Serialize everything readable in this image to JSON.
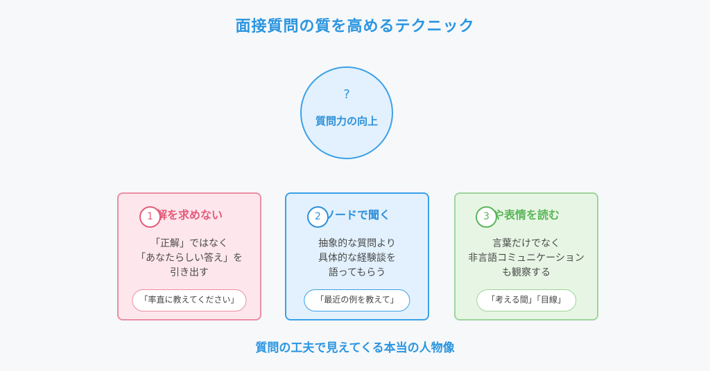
{
  "title": "面接質問の質を高めるテクニック",
  "center": {
    "icon": "?",
    "icon_name": "question-mark-icon",
    "label": "質問力の向上"
  },
  "cards": [
    {
      "number": "1",
      "heading": "解を求めない",
      "desc": [
        "「正解」ではなく",
        "「あなたらしい答え」を",
        "引き出す"
      ],
      "example": "「率直に教えてください」",
      "color": "#e45b7a"
    },
    {
      "number": "2",
      "heading": "ソードで聞く",
      "desc": [
        "抽象的な質問より",
        "具体的な経験談を",
        "語ってもらう"
      ],
      "example": "「最近の例を教えて」",
      "color": "#2d8fd8"
    },
    {
      "number": "3",
      "heading": "や表情を読む",
      "desc": [
        "言葉だけでなく",
        "非言語コミュニケーション",
        "も観察する"
      ],
      "example": "「考える間」「目線」",
      "color": "#5bb55a"
    }
  ],
  "footer": "質問の工夫で見えてくる本当の人物像"
}
